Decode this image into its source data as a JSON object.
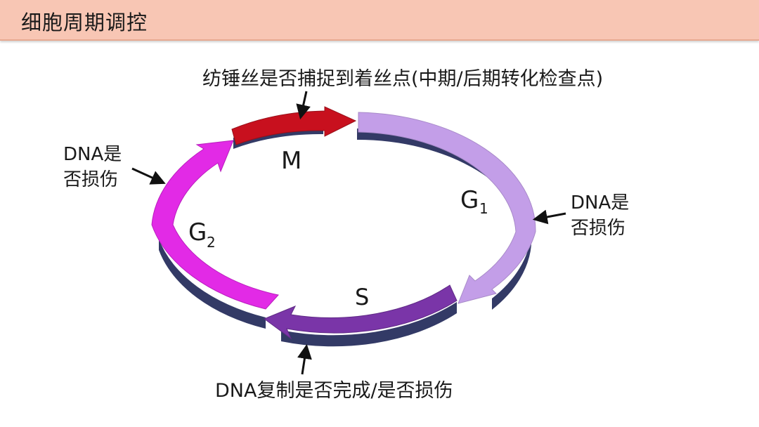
{
  "header": {
    "title": "细胞周期调控"
  },
  "phases": {
    "m": "M",
    "g1_letter": "G",
    "g1_sub": "1",
    "g2_letter": "G",
    "g2_sub": "2",
    "s": "S"
  },
  "checkpoints": {
    "top": "纺锤丝是否捕捉到着丝点(中期/后期转化检查点)",
    "right_line1": "DNA是",
    "right_line2": "否损伤",
    "left_line1": "DNA是",
    "left_line2": "否损伤",
    "bottom": "DNA复制是否完成/是否损伤"
  },
  "colors": {
    "header_bg": "#f8c6b4",
    "m_arc": "#c8101e",
    "g1_arc": "#c39ee8",
    "s_arc": "#7a35a8",
    "g2_arc": "#e22ae6",
    "arc_side": "#333a66"
  }
}
